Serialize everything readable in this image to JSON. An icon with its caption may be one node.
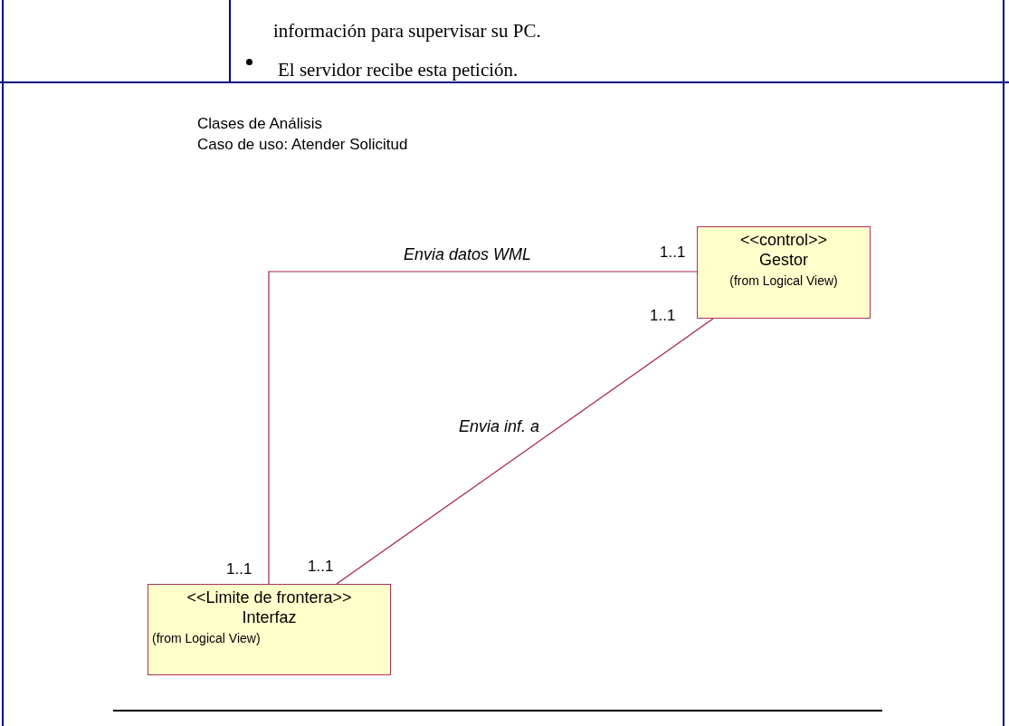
{
  "diagram": {
    "nodes": [
      {
        "text": [
          "<<control>>",
          "Gestor",
          "(from Logical View)"
        ]
      },
      {
        "text": [
          "<<Limite de frontera>>",
          "Interfaz",
          "(from Logical View)"
        ]
      }
    ],
    "edges": [
      {
        "from": 1,
        "to": 0,
        "arrow": "none",
        "label": "Envia datos WML"
      },
      {
        "from": 0,
        "to": 1,
        "arrow": "none",
        "label": "Envia inf. a"
      }
    ],
    "labels": [
      "información para supervisar su PC.",
      "El servidor recibe esta petición.",
      "Clases de Análisis",
      "Caso de uso: Atender Solicitud",
      "1..1",
      "1..1",
      "1..1",
      "1..1"
    ]
  }
}
